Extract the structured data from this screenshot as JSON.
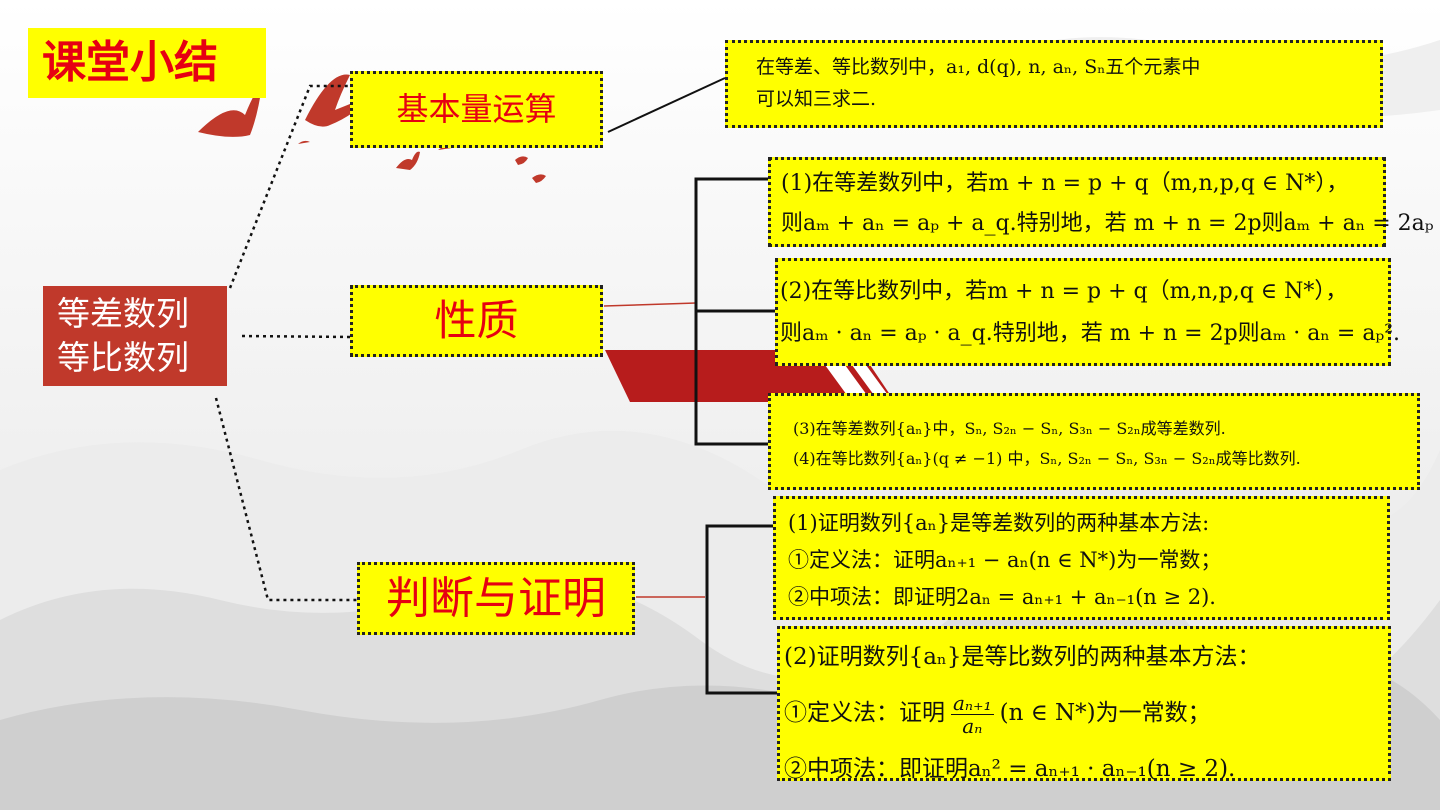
{
  "title": "课堂小结",
  "root": {
    "line1": "等差数列",
    "line2": "等比数列"
  },
  "branches": {
    "basic": "基本量运算",
    "property": "性质",
    "judge": "判断与证明"
  },
  "details": {
    "basic": {
      "line1": "在等差、等比数列中，a₁, d(q), n, aₙ, Sₙ五个元素中",
      "line2": "可以知三求二."
    },
    "prop1": {
      "line1": "(1)在等差数列中，若m + n = p + q（m,n,p,q ∈ N*），",
      "line2": "则aₘ + aₙ = aₚ + a_q.特别地，若 m + n = 2p则aₘ + aₙ = 2aₚ"
    },
    "prop2": {
      "line1": "(2)在等比数列中，若m + n = p + q（m,n,p,q ∈ N*），",
      "line2": "则aₘ · aₙ = aₚ · a_q.特别地，若 m + n = 2p则aₘ · aₙ = aₚ²."
    },
    "prop34": {
      "line1": "(3)在等差数列{aₙ}中，Sₙ, S₂ₙ − Sₙ, S₃ₙ − S₂ₙ成等差数列.",
      "line2": "(4)在等比数列{aₙ}(q ≠ −1) 中，Sₙ, S₂ₙ − Sₙ, S₃ₙ − S₂ₙ成等比数列."
    },
    "proof1": {
      "line1": "(1)证明数列{aₙ}是等差数列的两种基本方法:",
      "line2": "①定义法：证明aₙ₊₁ − aₙ(n ∈ N*)为一常数；",
      "line3": "②中项法：即证明2aₙ = aₙ₊₁ + aₙ₋₁(n ≥ 2)."
    },
    "proof2": {
      "line1": "(2)证明数列{aₙ}是等比数列的两种基本方法：",
      "line2a": "①定义法：证明",
      "frac_num": "aₙ₊₁",
      "frac_den": "aₙ",
      "line2b": "(n ∈ N*)为一常数；",
      "line3": "②中项法：即证明aₙ² = aₙ₊₁ · aₙ₋₁(n ≥ 2)."
    }
  },
  "colors": {
    "accent_red": "#e60012",
    "box_yellow": "#ffff00",
    "root_red": "#c0392b"
  }
}
